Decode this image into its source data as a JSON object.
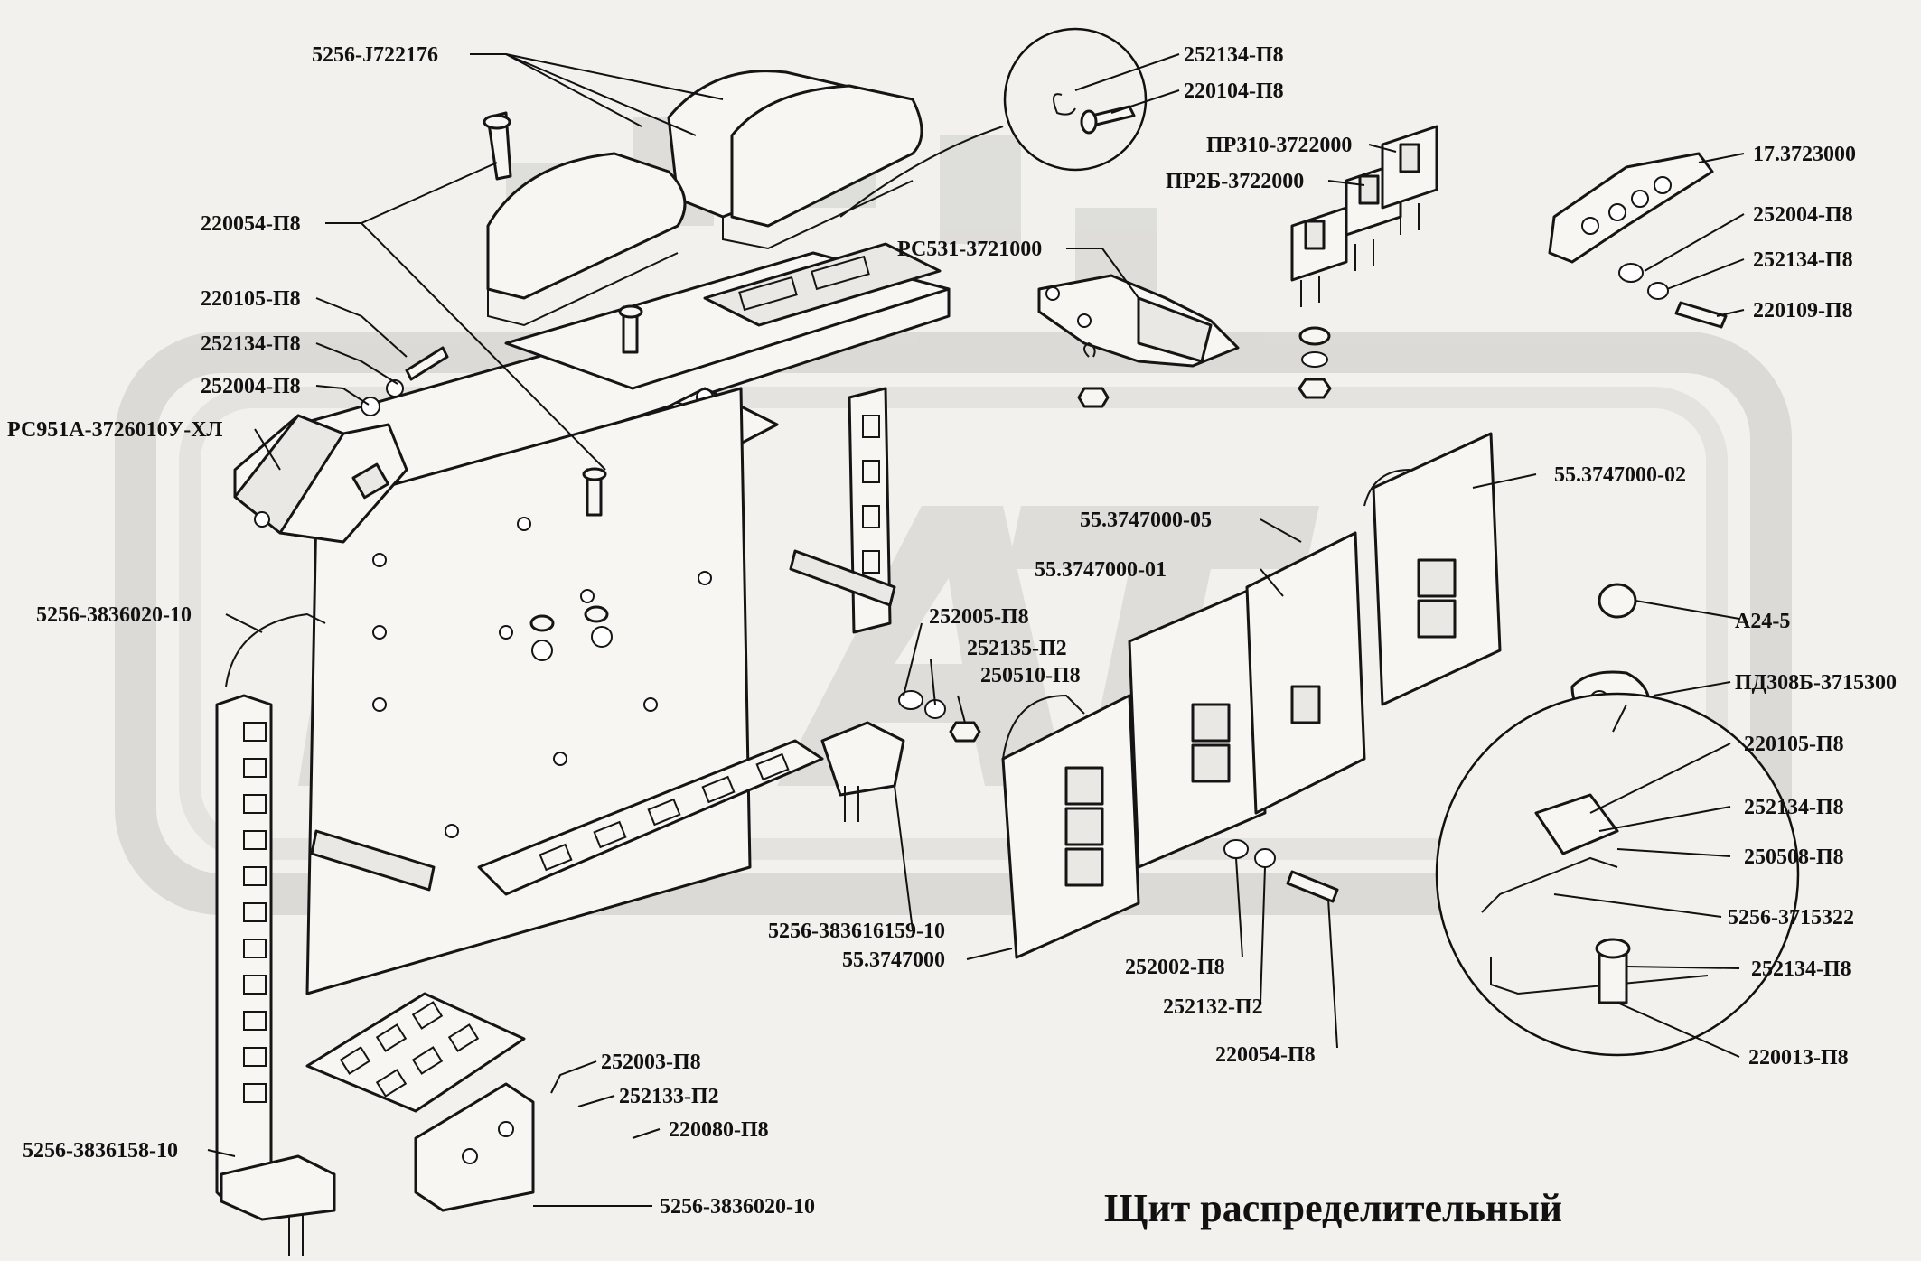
{
  "title": "Щит распределительный",
  "watermark": "DAT",
  "colors": {
    "background": "#f2f1ee",
    "ink": "#111111",
    "watermark": "#d9d8d4"
  },
  "labels": {
    "l_5256_J722176": "5256-J722176",
    "l_220054_P8_a": "220054-П8",
    "l_220105_P8_a": "220105-П8",
    "l_252134_P8_a": "252134-П8",
    "l_252004_P8_a": "252004-П8",
    "l_RS951A": "РС951А-3726010У-ХЛ",
    "l_5256_3836020_10_a": "5256-3836020-10",
    "l_5256_3836158_10": "5256-3836158-10",
    "l_252003_P8": "252003-П8",
    "l_252133_P2": "252133-П2",
    "l_220080_P8": "220080-П8",
    "l_5256_3836020_10_b": "5256-3836020-10",
    "l_252134_P8_top": "252134-П8",
    "l_220104_P8": "220104-П8",
    "l_PR310": "ПР310-3722000",
    "l_PR2B": "ПР2Б-3722000",
    "l_RS531": "РС531-3721000",
    "l_17_3723000": "17.3723000",
    "l_252004_P8_b": "252004-П8",
    "l_252134_P8_b": "252134-П8",
    "l_220109_P8": "220109-П8",
    "l_55_3747000_02": "55.3747000-02",
    "l_55_3747000_05": "55.3747000-05",
    "l_55_3747000_01": "55.3747000-01",
    "l_252005_P8": "252005-П8",
    "l_252135_P2": "252135-П2",
    "l_250510_P8": "250510-П8",
    "l_A24_5": "А24-5",
    "l_PD308B": "ПД308Б-3715300",
    "l_220105_P8_b": "220105-П8",
    "l_252134_P8_c": "252134-П8",
    "l_250508_P8": "250508-П8",
    "l_5256_3715322": "5256-3715322",
    "l_252134_P8_d": "252134-П8",
    "l_220013_P8": "220013-П8",
    "l_5256_383616159_10": "5256-383616159-10",
    "l_55_3747000": "55.3747000",
    "l_252002_P8": "252002-П8",
    "l_252132_P2": "252132-П2",
    "l_220054_P8_b": "220054-П8"
  }
}
